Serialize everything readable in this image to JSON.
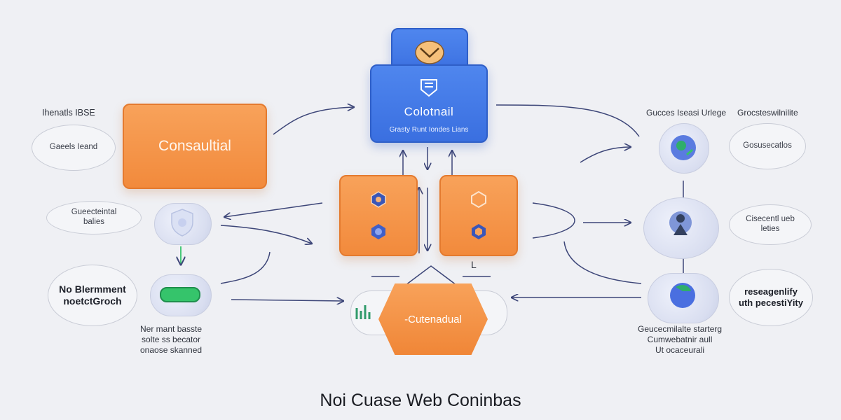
{
  "title": "Noi Cuase Web Coninbas",
  "nodes": {
    "top_blue": {
      "title": "Colotnail",
      "subtitle": "Grasty Runt Iondes Lians"
    },
    "consultial": {
      "label": "Consaultial"
    },
    "bottom_hex": {
      "label": "-Cutenadual"
    }
  },
  "left": {
    "top_label": "Ihenatls IBSE",
    "oval_1": "Gaeels Ieand",
    "oval_2_l1": "Gueecteintal",
    "oval_2_l2": "balies",
    "box_l1": "No Blermment",
    "box_l2": "noetctGroch",
    "bottom_l1": "Ner mant basste",
    "bottom_l2": "solte ss becator",
    "bottom_l3": "onaose skanned"
  },
  "right": {
    "top_label_1": "Gucces Iseasi Urlege",
    "top_label_2": "Grocsteswilnilite",
    "oval_1": "Gosusecatlos",
    "oval_2_l1": "Cisecentl ueb",
    "oval_2_l2": "leties",
    "oval_3_l1": "reseagenlify",
    "oval_3_l2": "uth pecestiYity",
    "bottom_l1": "Geucecmilalte starterg",
    "bottom_l2": "Cumwebatnir aull",
    "bottom_l3": "Ut ocaceurali"
  },
  "center": {
    "mark": "L"
  },
  "colors": {
    "orange": "#f28a3c",
    "blue": "#3a6fe0",
    "green": "#35c46b",
    "background": "#eff0f4"
  },
  "icons": [
    "badge-icon",
    "shield-icon",
    "hexagon-icon",
    "gear-icon",
    "globe-icon",
    "person-icon",
    "chart-icon"
  ]
}
